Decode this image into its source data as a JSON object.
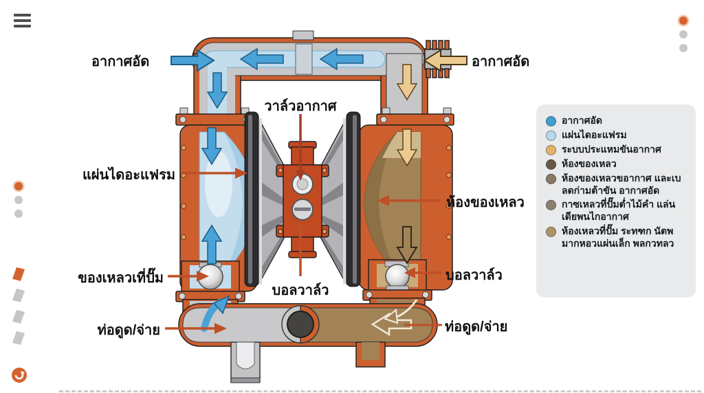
{
  "colors": {
    "accent_orange": "#cd5f2e",
    "compressed_air_blue": "#4aa2d7",
    "diaphragm_light_blue": "#c3dded",
    "exhaust_tan": "#eccb92",
    "fluid_brown": "#a28356",
    "legend_panel_bg": "#e9eaeb"
  },
  "diagram": {
    "labels": {
      "compressed_air_left": "อากาศอัด",
      "compressed_air_right": "อากาศอัด",
      "air_valve": "วาล์วอากาศ",
      "diaphragm": "แผ่นไดอะแฟรม",
      "fluid_chamber": "ห้องของเหลว",
      "pumped_fluid": "ของเหลวเที่ปั๊ม",
      "ball_valve_center": "บอลวาล์ว",
      "ball_valve_right": "บอลวาล์ว",
      "suction_discharge_left": "ท่อดูด/จ่าย",
      "suction_discharge_right": "ท่อดูด/จ่าย"
    }
  },
  "legend": {
    "items": [
      {
        "label": "อากาศอัด",
        "color": "#3f9fd0"
      },
      {
        "label": "แผ่นไดอะแฟรม",
        "color": "#b6d9ea"
      },
      {
        "label": "ระบบประแหมขันอากาศ",
        "color": "#e2b36a"
      },
      {
        "label": "ห้องของเหลว",
        "color": "#6b5948"
      },
      {
        "label": "ห้องของเหลวขอากาศ และเบลดก่ามต้าขัน อากาศอัด",
        "color": "#8a7965"
      },
      {
        "label": "กาซเหลวที่ปั๊มต่ำไม้คำ แล่นเดียพนไกอากาศ",
        "color": "#8b8070"
      },
      {
        "label": "ห้องเหลวที่ปั๊ม ระทฑก นัตพมากหอวแผ่นเล็ก พลกวทลว",
        "color": "#ad9467"
      }
    ]
  }
}
